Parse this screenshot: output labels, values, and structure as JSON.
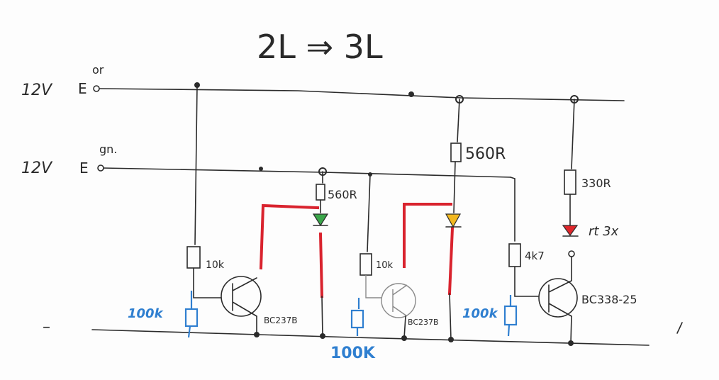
{
  "title": "2L ⇒ 3L",
  "rails": {
    "top_voltage": "12V",
    "top_terminal": "E",
    "top_tag": "or",
    "mid_voltage": "12V",
    "mid_terminal": "E",
    "mid_tag": "gn.",
    "ground_symbol": "–"
  },
  "labels": {
    "r_base_1": "10k",
    "r_base_2": "10k",
    "r_base_3": "4k7",
    "r_led_1": "560R",
    "r_led_2": "560R",
    "r_led_3": "330R",
    "r_pd_1": "100k",
    "r_pd_2": "100K",
    "r_pd_3": "100k",
    "t1": "BC237B",
    "t2": "BC237B",
    "t3": "BC338-25",
    "led3_note": "rt 3x"
  },
  "colors": {
    "ink": "#2b2b2b",
    "red_wire": "#d9232e",
    "blue_ink": "#2f7fd0",
    "led_green": "#3aa64a",
    "led_yellow": "#f2b820",
    "led_red": "#e0262b"
  }
}
